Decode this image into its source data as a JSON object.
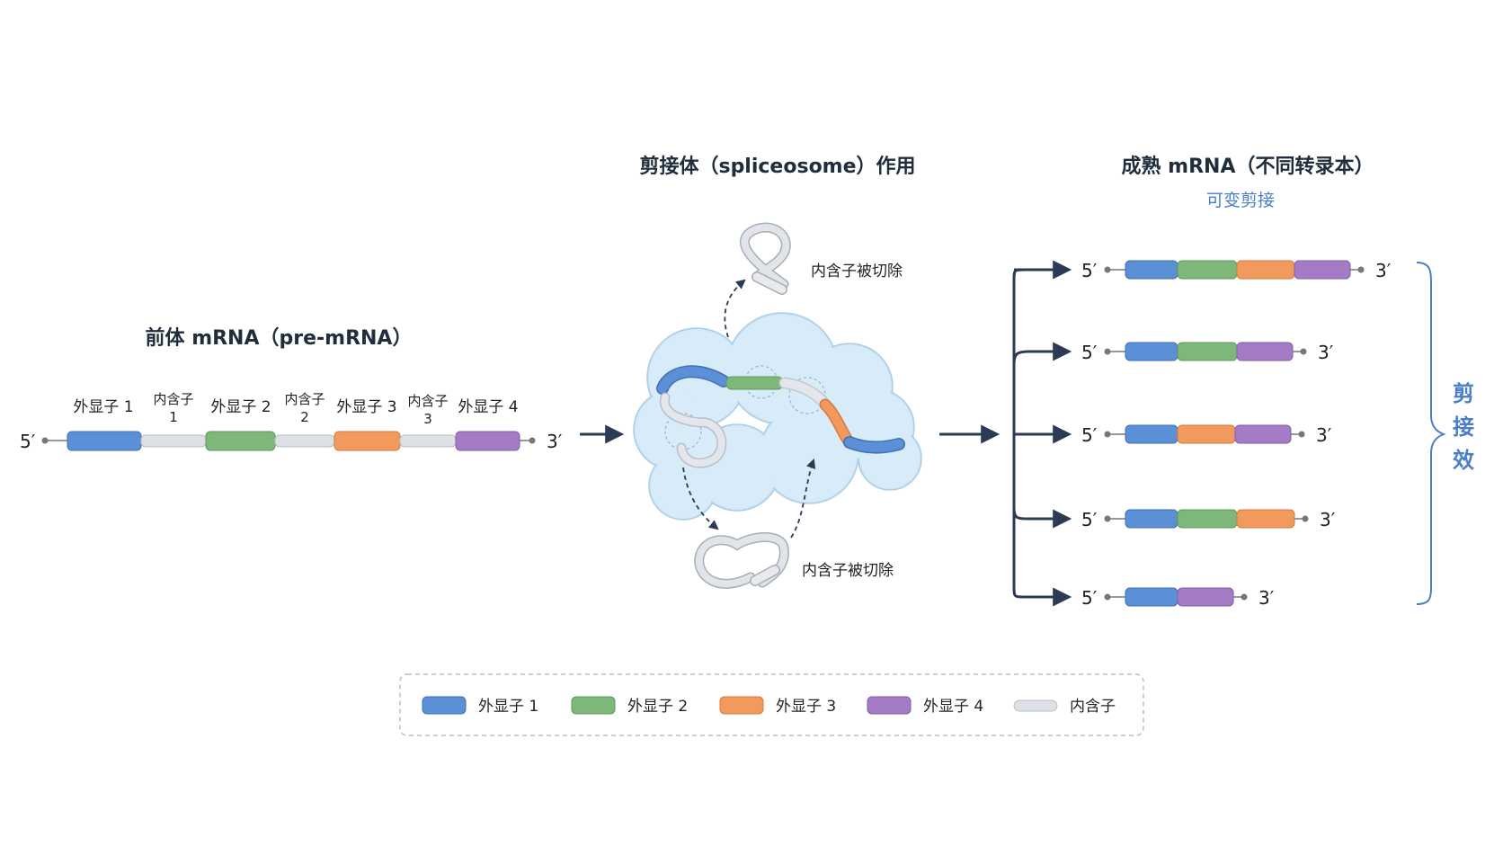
{
  "colors": {
    "exon1": "#5b8fd6",
    "exon2": "#7db87a",
    "exon3": "#f29a5e",
    "exon4": "#a47cc6",
    "intron": "#dde1e6",
    "arrow": "#2b3a55",
    "bracket": "#4a7ec9",
    "cloud": "#cfe5f5"
  },
  "pre_mrna": {
    "title": "前体 mRNA（pre-mRNA）",
    "five_prime": "5′",
    "three_prime": "3′",
    "exon_labels": [
      "外显子 1",
      "外显子 2",
      "外显子 3",
      "外显子 4"
    ],
    "intron_labels": [
      {
        "line1": "内含子",
        "line2": "1"
      },
      {
        "line1": "内含子",
        "line2": "2"
      },
      {
        "line1": "内含子",
        "line2": "3"
      }
    ]
  },
  "spliceosome": {
    "title": "剪接体（spliceosome）作用",
    "intron_removed_top": "内含子被切除",
    "intron_removed_bottom": "内含子被切除"
  },
  "mature": {
    "title": "成熟 mRNA（不同转录本）",
    "subtitle": "可变剪接",
    "five_prime": "5′",
    "three_prime": "3′",
    "transcripts": [
      {
        "exons": [
          1,
          2,
          3,
          4
        ]
      },
      {
        "exons": [
          1,
          2,
          4
        ]
      },
      {
        "exons": [
          1,
          3,
          4
        ]
      },
      {
        "exons": [
          1,
          2,
          3
        ]
      },
      {
        "exons": [
          1,
          4
        ]
      }
    ],
    "bracket_label": [
      "剪",
      "接",
      "效"
    ]
  },
  "legend": {
    "items": [
      {
        "label": "外显子 1",
        "key": "exon1"
      },
      {
        "label": "外显子 2",
        "key": "exon2"
      },
      {
        "label": "外显子 3",
        "key": "exon3"
      },
      {
        "label": "外显子 4",
        "key": "exon4"
      },
      {
        "label": "内含子",
        "key": "intron"
      }
    ]
  }
}
